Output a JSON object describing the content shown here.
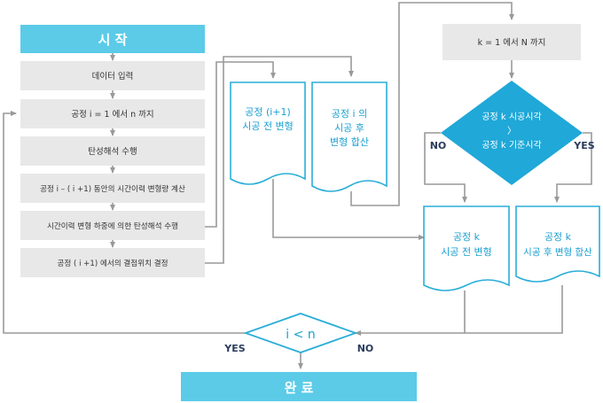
{
  "start_label": "시 작",
  "end_label": "완 료",
  "steps": [
    "데이터 입력",
    "공정 i = 1 에서 n 까지",
    "탄성해석 수행",
    "공정 i – ( i +1) 동안의 시간이력 변형량 계산",
    "시간이력 변형 하중에 의한 탄성해석 수행",
    "공정 ( i +1) 에서의 결점위치 결정"
  ],
  "doc_pre_i": [
    "공정 (i+1)",
    "시공 전 변형"
  ],
  "doc_post_i": [
    "공정 i 의",
    "시공 후",
    "변형 합산"
  ],
  "k_loop": "k = 1 에서 N 까지",
  "decision_k": [
    "공정 k 시공시각",
    "〉",
    "공정 k 기준시각"
  ],
  "doc_pre_k": [
    "공정 k",
    "시공 전 변형"
  ],
  "doc_post_k": [
    "공정 k",
    "시공 후 변형 합산"
  ],
  "decision_i": "i < n",
  "labels": {
    "no_left": "NO",
    "yes_right": "YES",
    "yes_bottom": "YES",
    "no_bottom": "NO"
  },
  "colors": {
    "start_fill": "#5bcbe8",
    "step_fill": "#e8e8e8",
    "diamond_fill": "#1fa8d8",
    "doc_stroke": "#2aaed8",
    "doc_text": "#1a9fd0",
    "line": "#999999",
    "text": "#333333",
    "label_text": "#2a3b5c"
  }
}
